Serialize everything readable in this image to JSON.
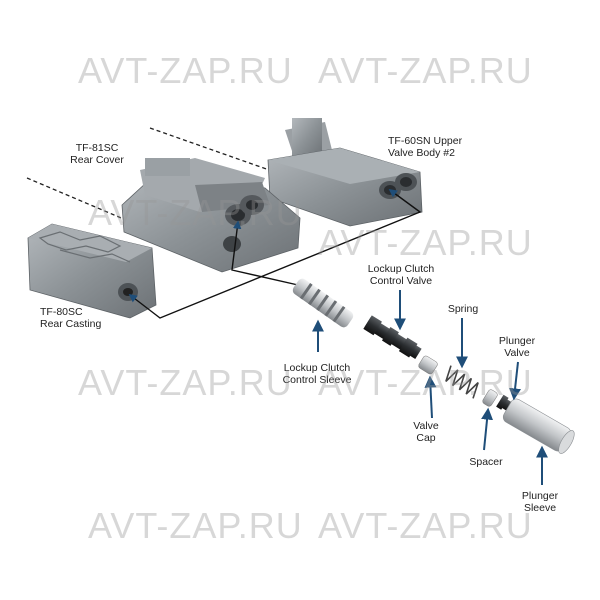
{
  "labels": {
    "rear_cover": "TF-81SC\nRear Cover",
    "upper_valve_body": "TF-60SN Upper\nValve Body #2",
    "rear_casting": "TF-80SC\nRear Casting",
    "lockup_clutch_control_valve": "Lockup Clutch\nControl Valve",
    "spring": "Spring",
    "plunger_valve": "Plunger\nValve",
    "lockup_clutch_control_sleeve": "Lockup Clutch\nControl Sleeve",
    "valve_cap": "Valve\nCap",
    "spacer": "Spacer",
    "plunger_sleeve": "Plunger\nSleeve"
  },
  "watermark": "AVT-ZAP.RU",
  "colors": {
    "arrow": "#1f4e79",
    "casting": "#8c9296",
    "casting_dark": "#5d6266",
    "metal": "#c9ccce"
  }
}
